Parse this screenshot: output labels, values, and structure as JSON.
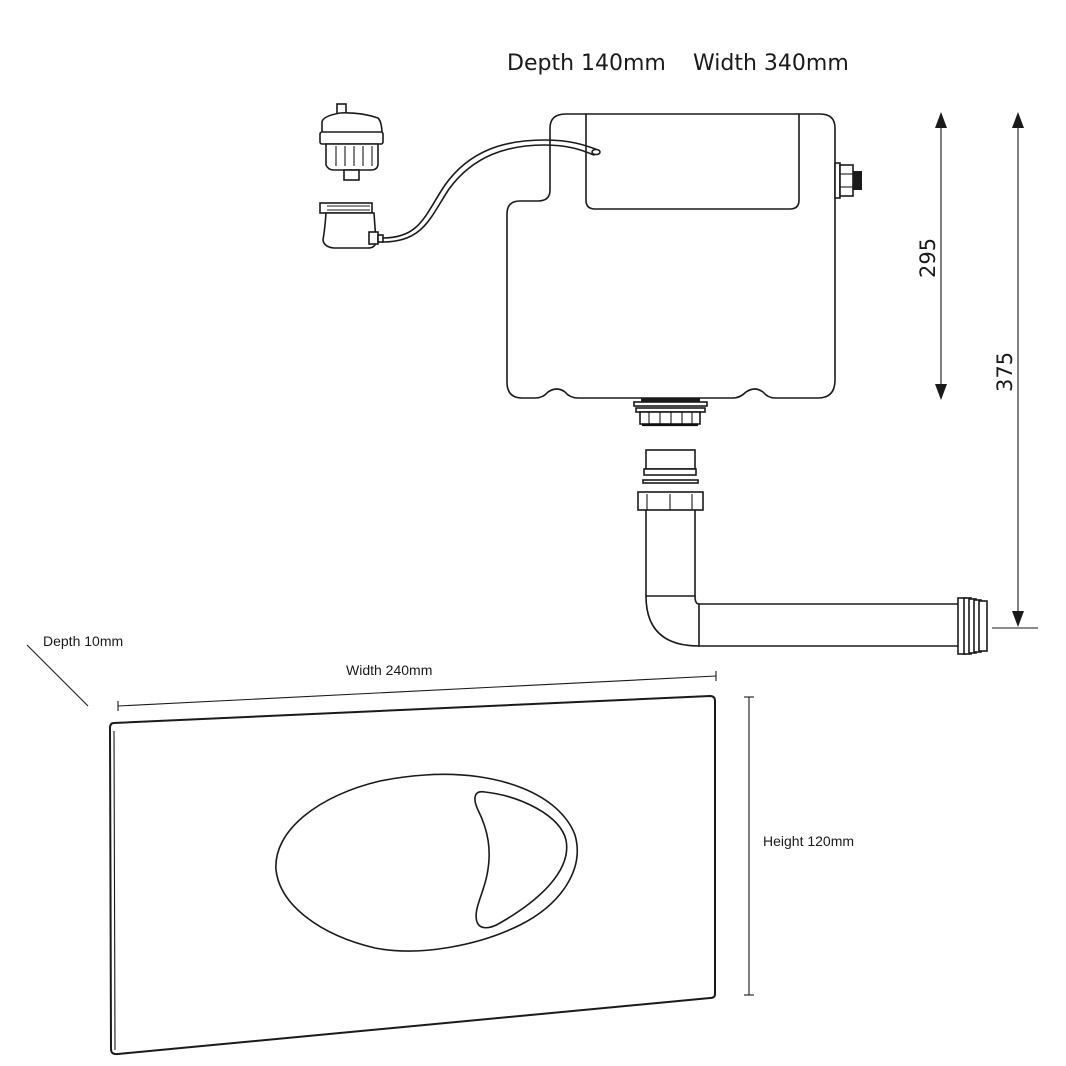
{
  "cistern": {
    "title_depth": "Depth 140mm",
    "title_width": "Width 340mm",
    "dim_inner": "295",
    "dim_outer": "375"
  },
  "flush_plate": {
    "depth_label": "Depth 10mm",
    "width_label": "Width 240mm",
    "height_label": "Height 120mm"
  },
  "colors": {
    "line": "#1a1a1a",
    "background": "#ffffff"
  }
}
